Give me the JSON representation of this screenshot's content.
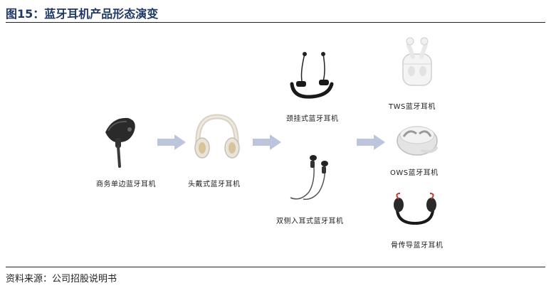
{
  "figure": {
    "title": "图15：蓝牙耳机产品形态演变",
    "source": "资料来源：公司招股说明书"
  },
  "products": {
    "mono_headset": {
      "label": "商务单边蓝牙耳机",
      "icon": "mono-bluetooth-headset-icon"
    },
    "over_ear": {
      "label": "头戴式蓝牙耳机",
      "icon": "over-ear-headphones-icon"
    },
    "neckband": {
      "label": "颈挂式蓝牙耳机",
      "icon": "neckband-earphones-icon"
    },
    "dual_in_ear": {
      "label": "双侧入耳式蓝牙耳机",
      "icon": "wired-in-ear-earphones-icon"
    },
    "tws": {
      "label": "TWS蓝牙耳机",
      "icon": "tws-earbuds-case-icon"
    },
    "ows": {
      "label": "OWS蓝牙耳机",
      "icon": "ows-earphones-case-icon"
    },
    "bone": {
      "label": "骨传导蓝牙耳机",
      "icon": "bone-conduction-headphones-icon"
    }
  },
  "colors": {
    "title": "#1f3864",
    "arrow": "#bcc5dc"
  }
}
